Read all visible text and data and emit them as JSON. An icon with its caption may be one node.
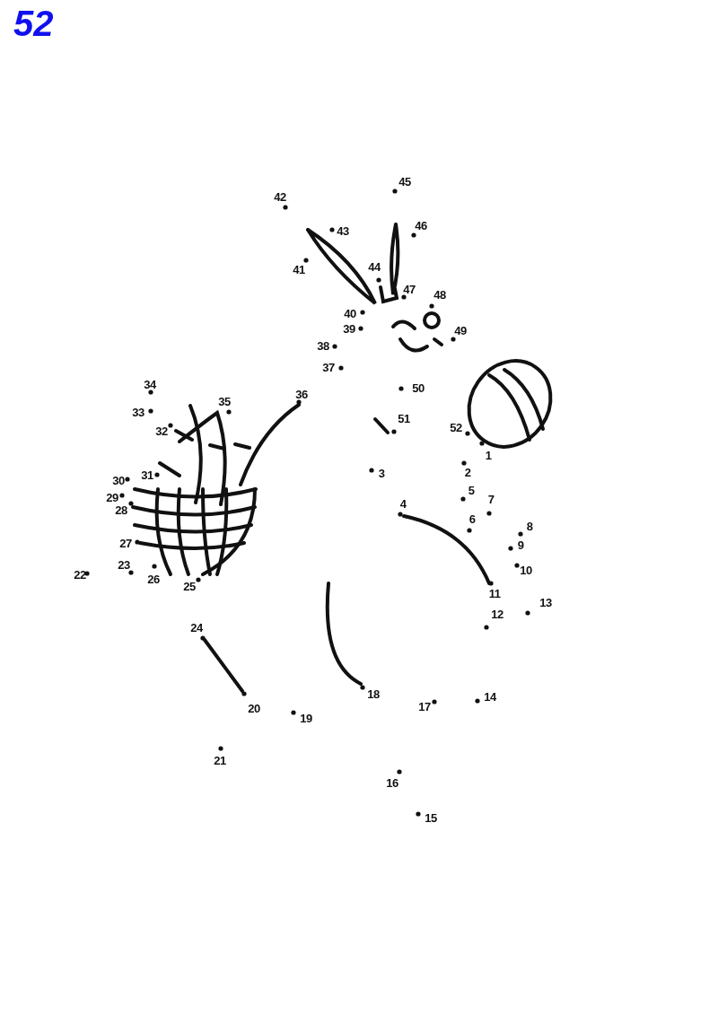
{
  "diagram": {
    "title": "52",
    "labels": [
      "45",
      "42",
      "46",
      "43",
      "44",
      "41",
      "47",
      "48",
      "40",
      "39",
      "49",
      "38",
      "37",
      "50",
      "36",
      "34",
      "35",
      "33",
      "51",
      "52",
      "32",
      "1",
      "31",
      "30",
      "2",
      "3",
      "29",
      "5",
      "4",
      "28",
      "7",
      "6",
      "8",
      "27",
      "9",
      "22",
      "23",
      "10",
      "26",
      "25",
      "11",
      "13",
      "12",
      "24",
      "14",
      "18",
      "17",
      "20",
      "19",
      "21",
      "16",
      "15"
    ]
  }
}
